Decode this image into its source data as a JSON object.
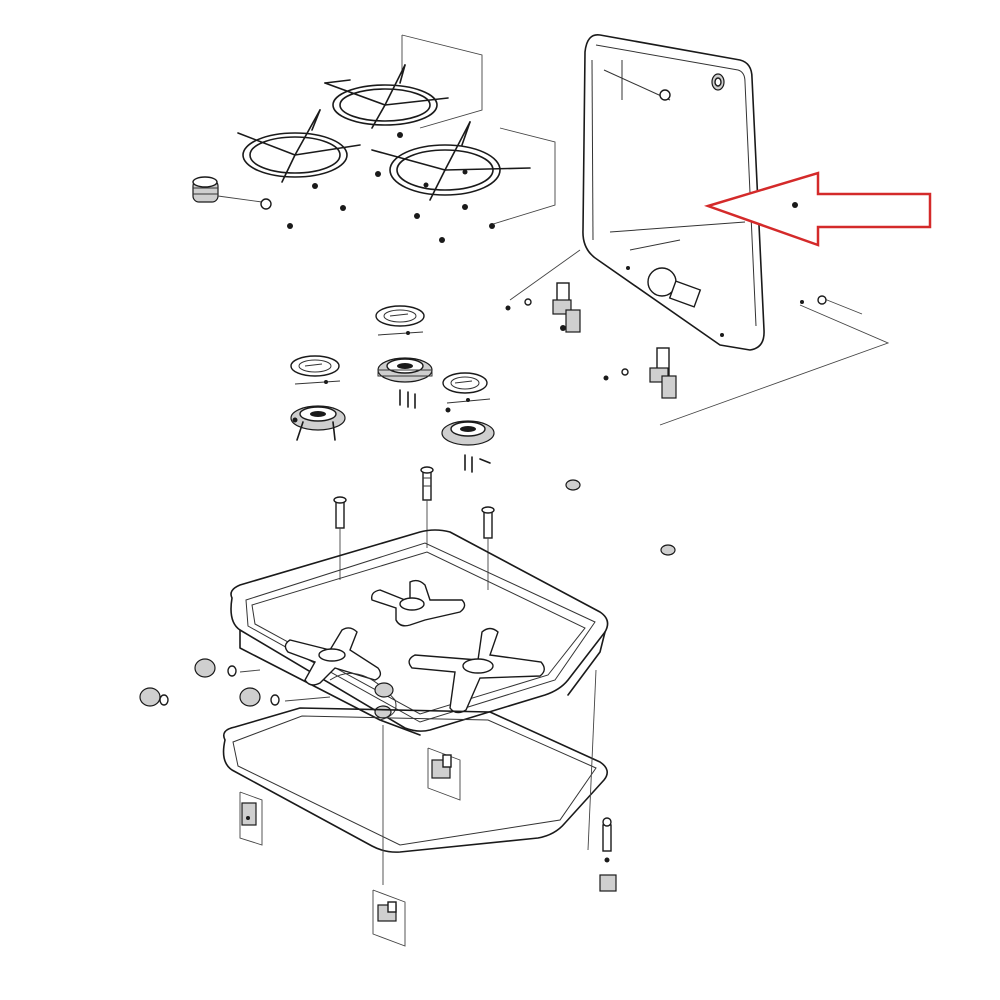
{
  "diagram": {
    "parts": [
      "pan-support-rear",
      "pan-support-left",
      "pan-support-right",
      "control-knob",
      "glass-lid",
      "lid-hinge-left",
      "lid-hinge-right",
      "burner-cap-small-rear",
      "burner-cap-left",
      "burner-center",
      "burner-cap-right",
      "burner-left",
      "burner-right",
      "hob-tray",
      "gasket-seal",
      "gas-valve-knobs",
      "fixing-clips"
    ],
    "highlight": {
      "target": "glass-lid",
      "arrow_color": "#d42a2a"
    },
    "colors": {
      "line": "#1a1a1a",
      "background": "#ffffff"
    }
  }
}
